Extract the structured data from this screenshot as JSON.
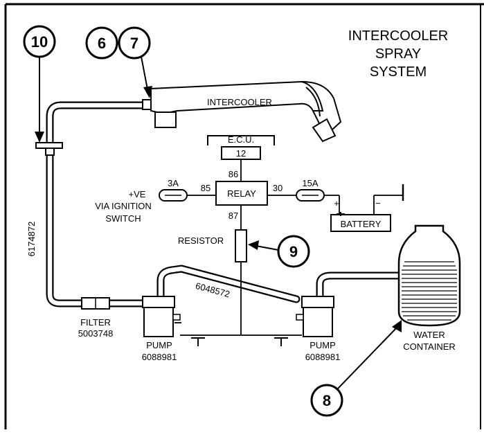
{
  "title": {
    "line1": "INTERCOOLER",
    "line2": "SPRAY",
    "line3": "SYSTEM"
  },
  "callouts": {
    "c10": "10",
    "c6": "6",
    "c7": "7",
    "c9": "9",
    "c8": "8"
  },
  "intercooler": {
    "label": "INTERCOOLER"
  },
  "ecu": {
    "label": "E.C.U.",
    "pin": "12"
  },
  "relay": {
    "label": "RELAY",
    "pin86": "86",
    "pin85": "85",
    "pin30": "30",
    "pin87": "87"
  },
  "fuses": {
    "left": "3A",
    "right": "15A"
  },
  "ignition": {
    "line1": "+VE",
    "line2": "VIA IGNITION",
    "line3": "SWITCH"
  },
  "battery": {
    "label": "BATTERY",
    "plus": "+",
    "minus": "−"
  },
  "resistor": {
    "label": "RESISTOR"
  },
  "pipes": {
    "vertical_part": "6174872",
    "diagonal_part": "6048572"
  },
  "filter": {
    "label": "FILTER",
    "part": "5003748"
  },
  "pump_left": {
    "label": "PUMP",
    "part": "6088981"
  },
  "pump_right": {
    "label": "PUMP",
    "part": "6088981"
  },
  "water_container": {
    "line1": "WATER",
    "line2": "CONTAINER"
  }
}
